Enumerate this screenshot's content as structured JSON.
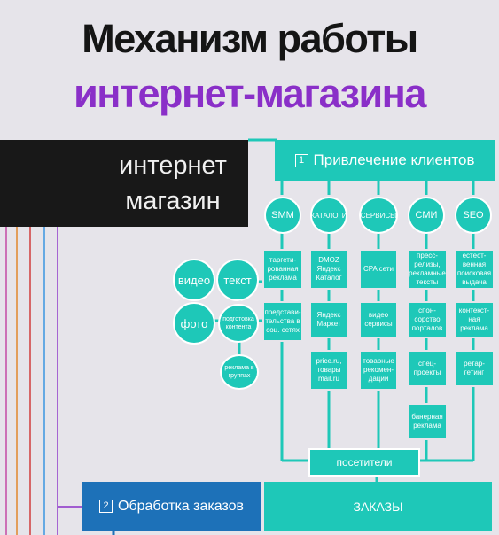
{
  "title": {
    "line1": "Механизм работы",
    "line2": "интернет-магазина"
  },
  "shop": {
    "line1": "интернет",
    "line2": "магазин"
  },
  "attraction": {
    "number": "1",
    "label": "Привлечение клиентов"
  },
  "channels": [
    {
      "label": "SMM",
      "items": [
        "таргети-рованная реклама",
        "представи-тельства в соц. сетях"
      ]
    },
    {
      "label": "КАТАЛОГИ",
      "items": [
        "DMOZ Яндекс Каталог",
        "Яндекс Маркет",
        "price.ru, товары mail.ru"
      ]
    },
    {
      "label": "СЕРВИСЫ",
      "items": [
        "CPA сети",
        "видео сервисы",
        "товарные рекомен-дации"
      ]
    },
    {
      "label": "СМИ",
      "items": [
        "пресс-релизы, рекламные тексты",
        "спон-сорство порталов",
        "спец-проекты",
        "банерная реклама"
      ]
    },
    {
      "label": "SEO",
      "items": [
        "естест-венная поисковая выдача",
        "контекст-ная реклама",
        "ретар-гетинг"
      ]
    }
  ],
  "content": {
    "video": "видео",
    "text": "текст",
    "photo": "фото",
    "prep": "подготовка контента",
    "groups": "реклама в группах"
  },
  "visitors": "посетители",
  "orders": {
    "number": "2",
    "label": "Обработка заказов"
  },
  "zakazy": "ЗАКАЗЫ",
  "colors": {
    "teal": "#1ec8b8",
    "blue": "#1d71b8",
    "purple": "#8a2fc8",
    "black": "#181818",
    "background": "#e6e4ea"
  }
}
